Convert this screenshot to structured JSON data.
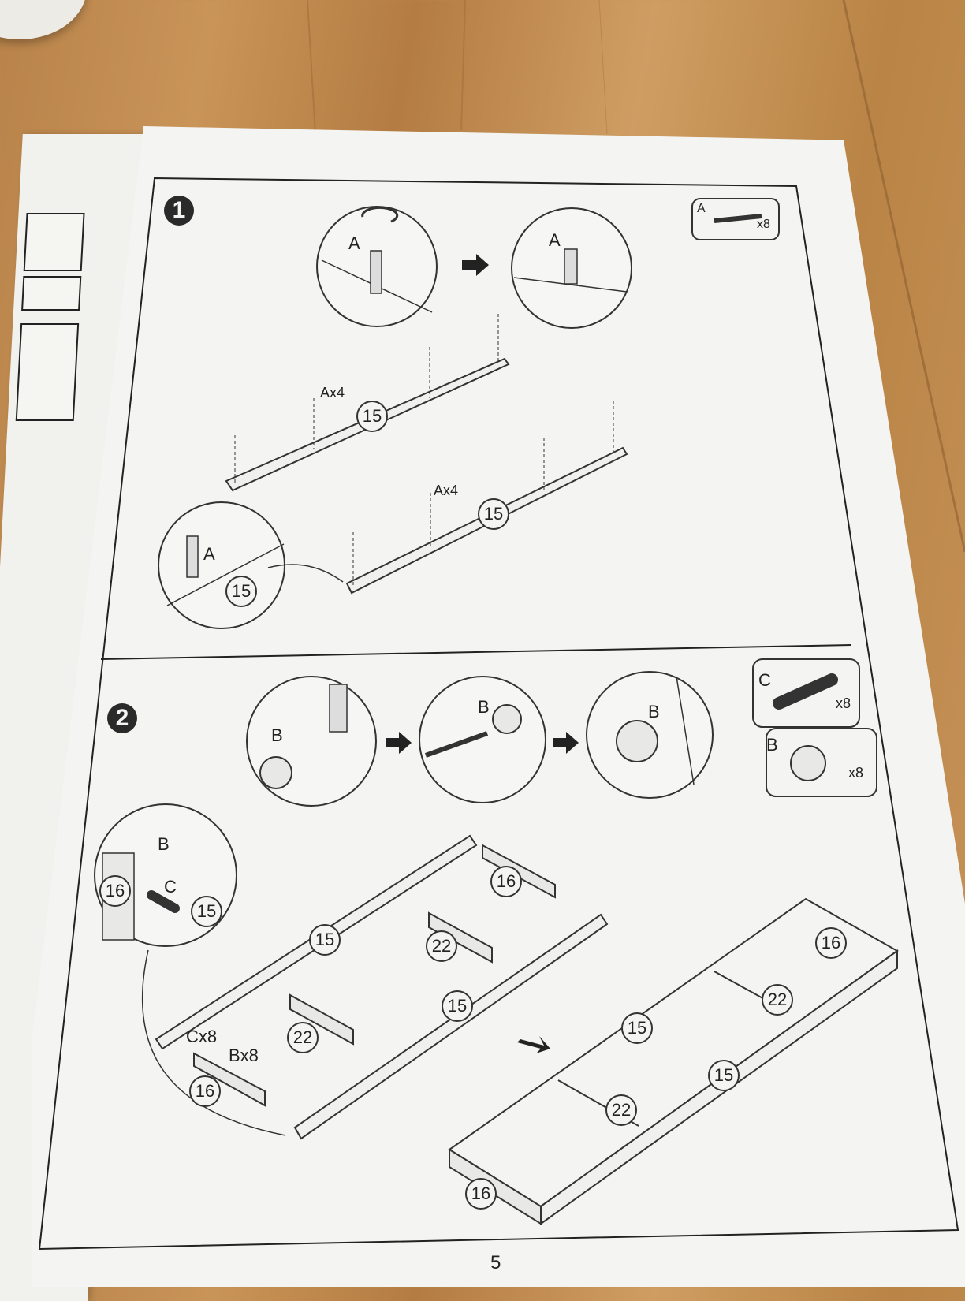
{
  "step1": {
    "number": "1",
    "zoom_label": "A",
    "zoom_label_after": "A",
    "part_box": {
      "letter": "A",
      "quantity": "x8"
    },
    "upper_rail": {
      "callout": "Ax4",
      "part": "15"
    },
    "lower_rail": {
      "callout": "Ax4",
      "part": "15"
    },
    "detail": {
      "letter": "A",
      "part": "15"
    }
  },
  "step2": {
    "number": "2",
    "zoom1_label": "B",
    "zoom2_label": "B",
    "zoom3_label": "B",
    "part_box_c": {
      "letter": "C",
      "quantity": "x8"
    },
    "part_box_b": {
      "letter": "B",
      "quantity": "x8"
    },
    "detail": {
      "letter_b": "B",
      "letter_c": "C",
      "part_left": "16",
      "part_right": "15"
    },
    "exploded": {
      "callout_c": "Cx8",
      "callout_b": "Bx8",
      "parts": {
        "end_far": "16",
        "rail_back": "15",
        "divider_back": "22",
        "rail_front": "15",
        "divider_front": "22",
        "end_near": "16"
      }
    },
    "assembled": {
      "parts": {
        "end_far": "16",
        "divider_back": "22",
        "rail_back": "15",
        "rail_front": "15",
        "divider_front": "22",
        "end_near": "16"
      }
    }
  },
  "page_number": "5"
}
